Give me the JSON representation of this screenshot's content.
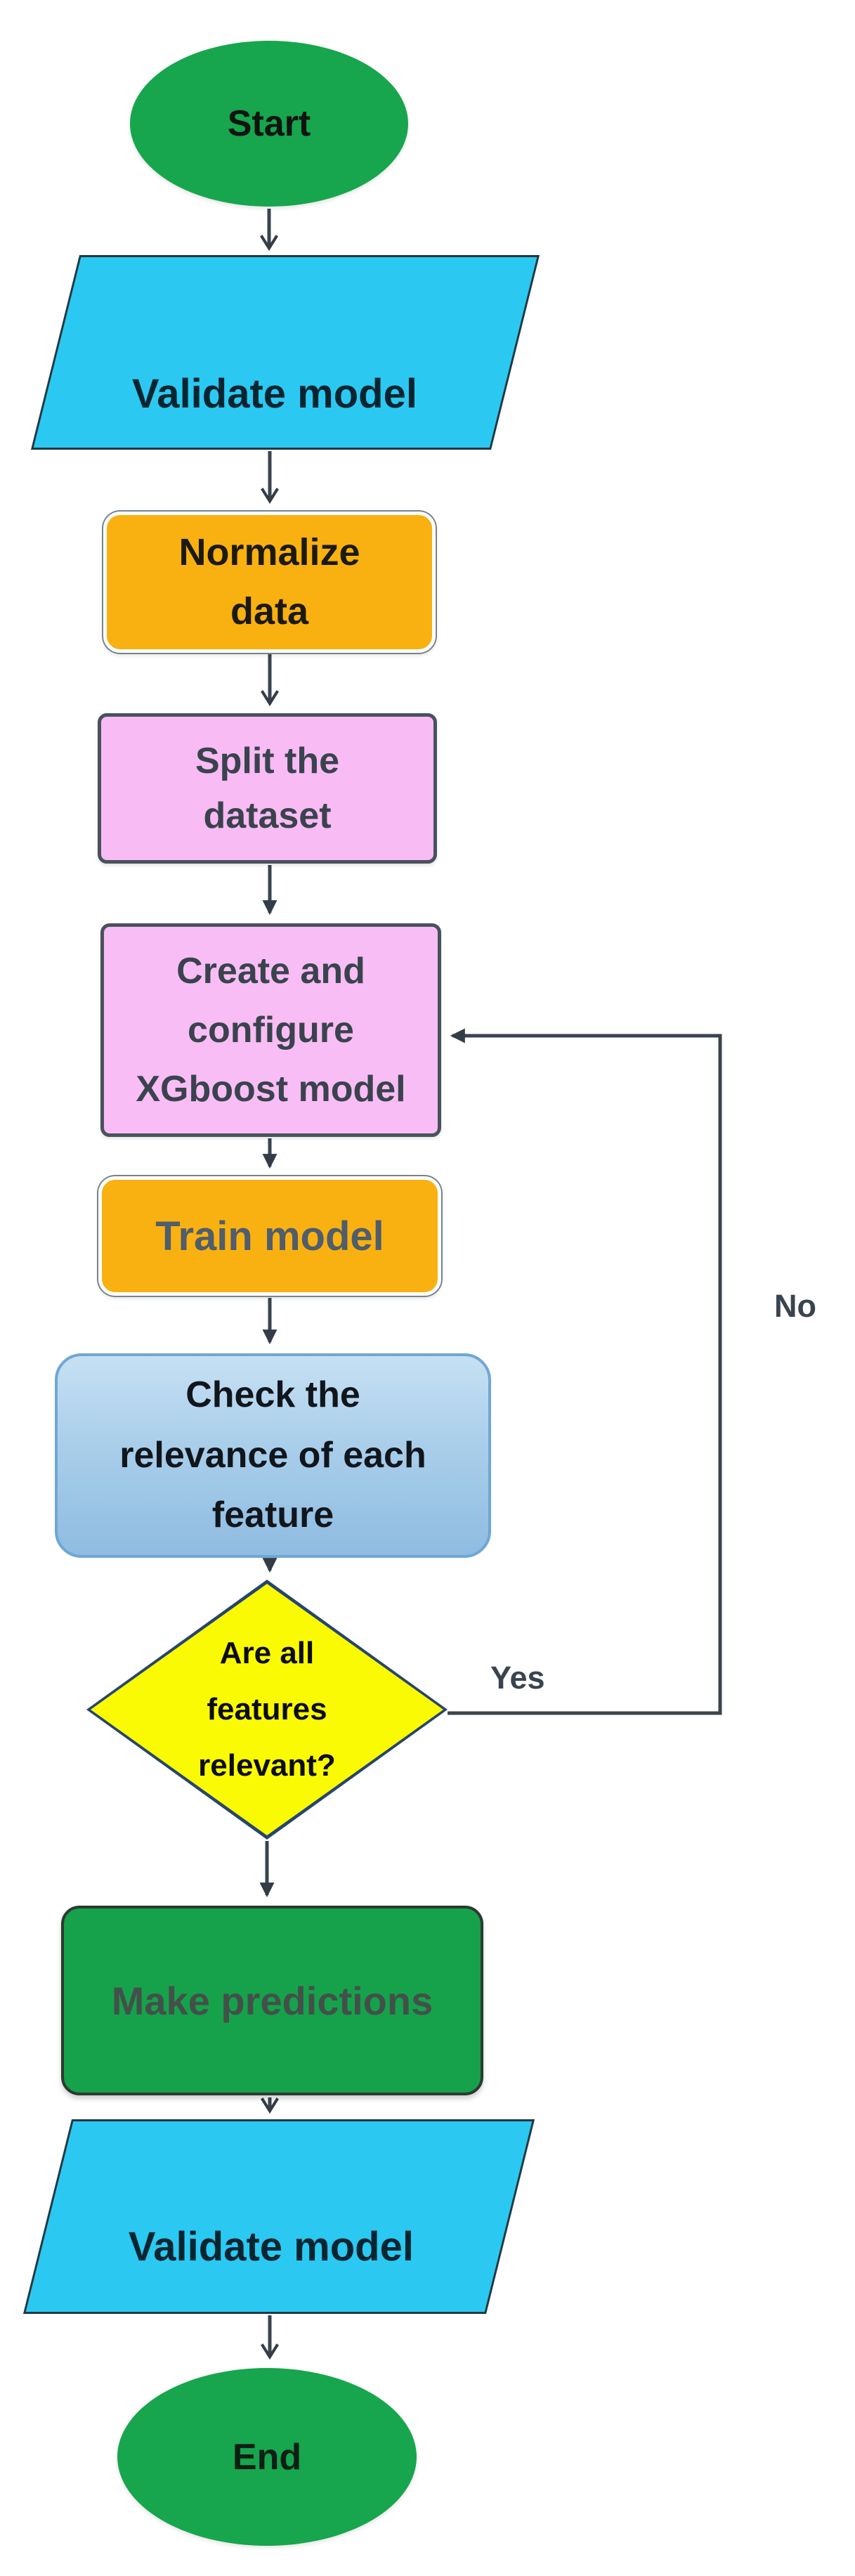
{
  "figure": {
    "type": "flowchart",
    "background": "#ffffff",
    "description": "XGBoost model building flowchart"
  },
  "nodes": {
    "start": {
      "shape": "terminator",
      "label": "Start",
      "fill": "#17A54D",
      "text_color": "#101410"
    },
    "validate_top": {
      "shape": "parallelogram",
      "label": "Validate model",
      "fill": "#2BC9F2",
      "border": "#233840",
      "text_color": "#072530"
    },
    "normalize": {
      "shape": "rounded-process",
      "label": "Normalize\ndata",
      "fill": "#F9B111",
      "border": "#FFFFFF",
      "text_color": "#1C1A0E"
    },
    "split": {
      "shape": "process",
      "label": "Split the\ndataset",
      "fill": "#F8BBF4",
      "border": "#49525C",
      "text_color": "#3A434D"
    },
    "xgboost": {
      "shape": "process",
      "label": "Create and\nconfigure\nXGboost model",
      "fill": "#F8BDF4",
      "border": "#49525C",
      "text_color": "#3A434D"
    },
    "train": {
      "shape": "rounded-process",
      "label": "Train model",
      "fill": "#F9B111",
      "border": "#FFFFFF",
      "text_color": "#4F5D6C"
    },
    "check": {
      "shape": "rounded-process",
      "label": "Check the\nrelevance of each\nfeature",
      "fill_top": "#C6E0F3",
      "fill_bottom": "#8FBCE1",
      "border": "#6FA7D4",
      "text_color": "#10161C"
    },
    "decision": {
      "shape": "diamond",
      "label": "Are all\nfeatures\nrelevant?",
      "fill": "#FAFA05",
      "border": "#26456E",
      "text_color": "#0D0D0D"
    },
    "make_predictions": {
      "shape": "rounded-process",
      "label": "Make predictions",
      "fill": "#16A24B",
      "border": "#2C3A31",
      "text_color": "#43504A"
    },
    "validate_bottom": {
      "shape": "parallelogram",
      "label": "Validate model",
      "fill": "#2BC9F2",
      "border": "#233840",
      "text_color": "#072530"
    },
    "end": {
      "shape": "terminator",
      "label": "End",
      "fill": "#17A54D",
      "text_color": "#0E1F14"
    }
  },
  "edges": {
    "yes_label": "Yes",
    "no_label": "No",
    "line_color": "#3A444E",
    "label_color": "#3A4450",
    "flow": [
      {
        "from": "Start",
        "to": "Validate model"
      },
      {
        "from": "Validate model",
        "to": "Normalize data"
      },
      {
        "from": "Normalize data",
        "to": "Split the dataset"
      },
      {
        "from": "Split the dataset",
        "to": "Create and configure XGboost model"
      },
      {
        "from": "Create and configure XGboost model",
        "to": "Train model"
      },
      {
        "from": "Train model",
        "to": "Check the relevance of each feature"
      },
      {
        "from": "Check the relevance of each feature",
        "to": "Are all features relevant?"
      },
      {
        "from": "Are all features relevant?",
        "to": "Make predictions"
      },
      {
        "from": "Are all features relevant?",
        "to": "Create and configure XGboost model",
        "labels_on_path": [
          "Yes",
          "No"
        ]
      },
      {
        "from": "Make predictions",
        "to": "Validate model"
      },
      {
        "from": "Validate model",
        "to": "End"
      }
    ]
  }
}
